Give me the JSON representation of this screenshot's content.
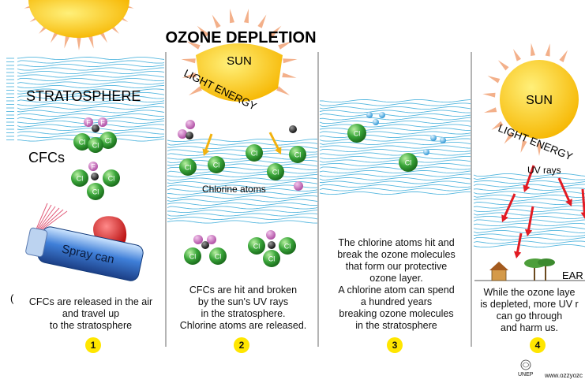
{
  "title": "OZONE DEPLETION",
  "labels": {
    "stratosphere": "STRATOSPHERE",
    "cfcs": "CFCs",
    "spray_can": "Spray can",
    "sun": "SUN",
    "light_energy": "LIGHT ENERGY",
    "chlorine_atoms": "Chlorine atoms",
    "uv_rays": "UV rays",
    "earth_fragment": "EAR",
    "f": "F",
    "cl": "Cl",
    "stray_mark": "("
  },
  "panels": [
    {
      "number": "1",
      "caption": "CFCs are released in the air\nand travel up\nto the stratosphere"
    },
    {
      "number": "2",
      "caption": "CFCs are hit and broken\nby the sun's UV rays\nin the stratosphere.\nChlorine atoms are released."
    },
    {
      "number": "3",
      "caption": "The chlorine atoms hit and\nbreak the ozone molecules\nthat form our protective\nozone layer.\nA chlorine atom can spend\na hundred years\nbreaking ozone molecules\nin the stratosphere"
    },
    {
      "number": "4",
      "caption": "While the ozone laye\nis depleted, more UV r\ncan go through\nand harm us."
    }
  ],
  "footer": {
    "org": "UNEP",
    "url": "www.ozzyozc"
  },
  "colors": {
    "sun": "#ffcc00",
    "sun_ray": "#f3b08a",
    "wave": "#55b7df",
    "chlorine": "#3aa63a",
    "fluorine": "#d37ac4",
    "carbon": "#222222",
    "oxygen": "#4fb5e8",
    "arrow_yellow": "#f2b20f",
    "arrow_red": "#e21b23",
    "badge": "#ffe600"
  }
}
